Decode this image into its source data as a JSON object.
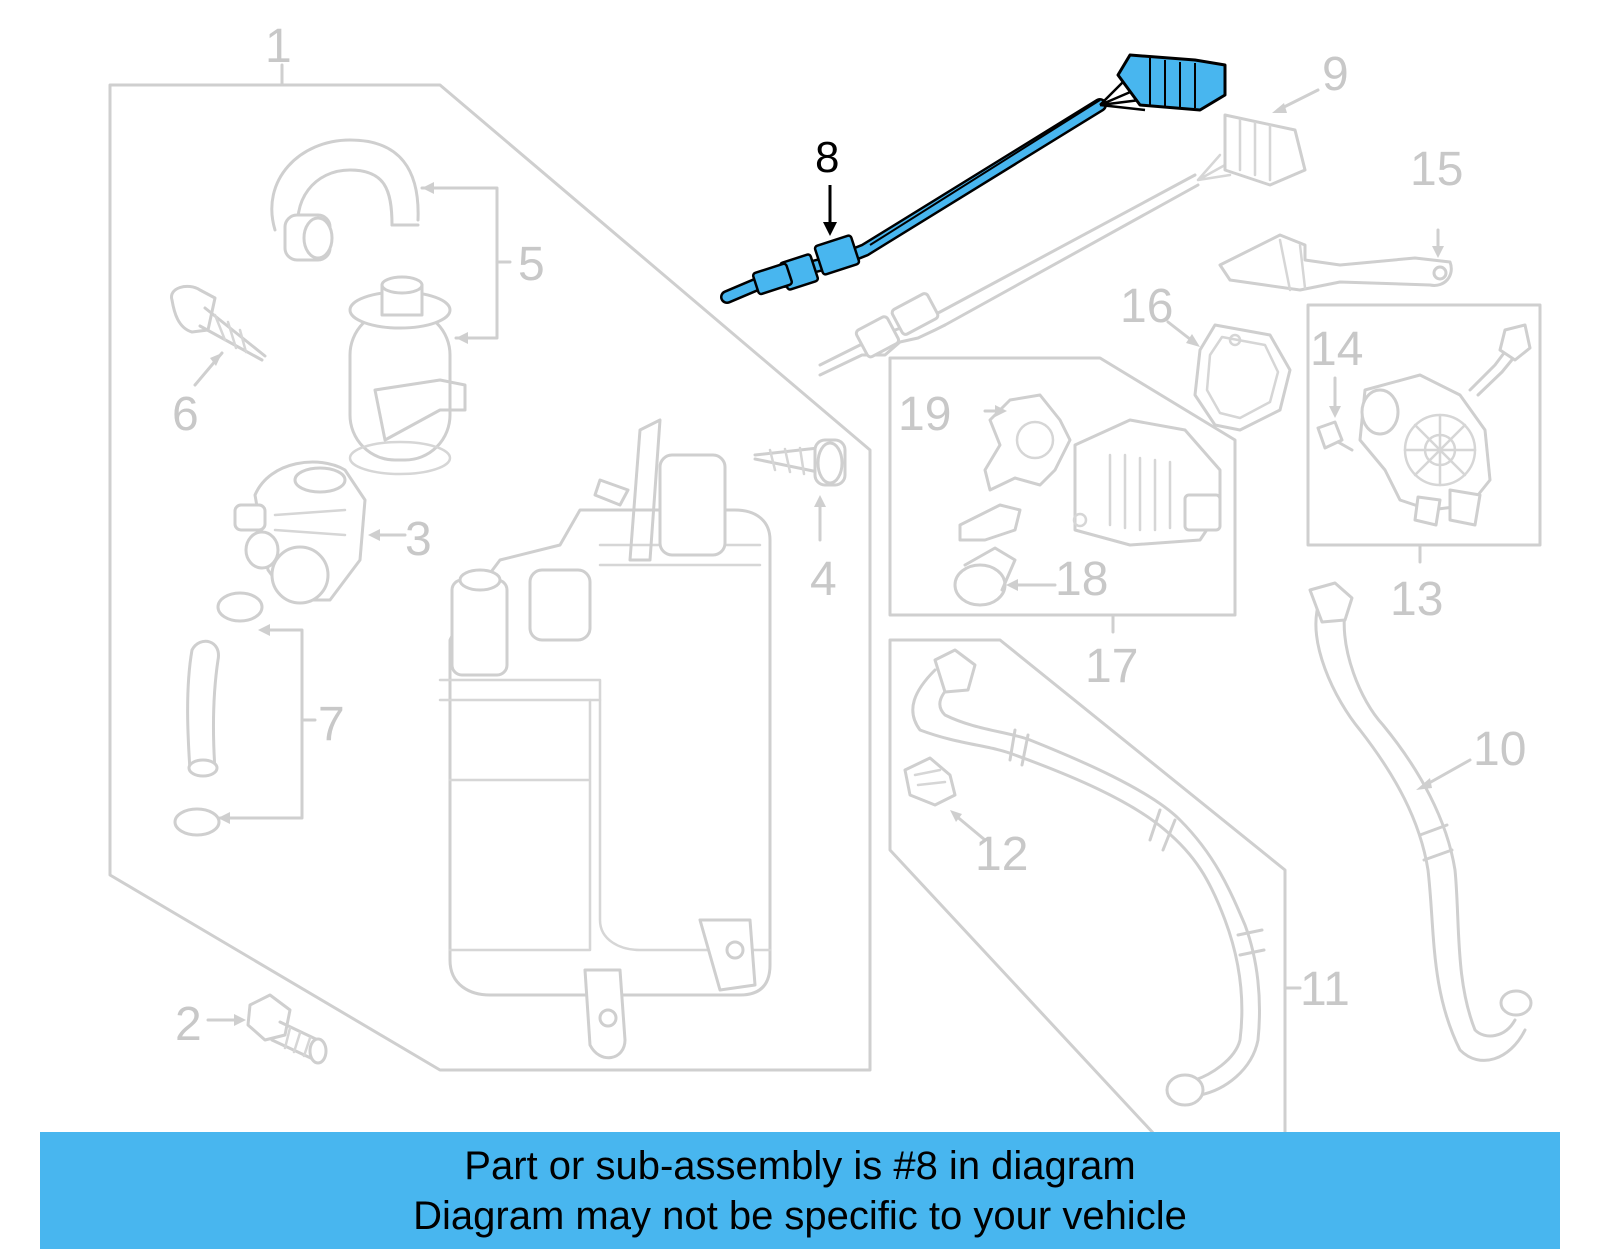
{
  "callouts": {
    "c1": "1",
    "c2": "2",
    "c3": "3",
    "c4": "4",
    "c5": "5",
    "c6": "6",
    "c7": "7",
    "c8": "8",
    "c9": "9",
    "c10": "10",
    "c11": "11",
    "c12": "12",
    "c13": "13",
    "c14": "14",
    "c15": "15",
    "c16": "16",
    "c17": "17",
    "c18": "18",
    "c19": "19"
  },
  "banner": {
    "line1": "Part or sub-assembly is #8 in diagram",
    "line2": "Diagram may not be specific to your vehicle"
  },
  "colors": {
    "highlight": "#48b6ef",
    "banner": "#48b6ef",
    "linework": "#cfcfcf"
  }
}
